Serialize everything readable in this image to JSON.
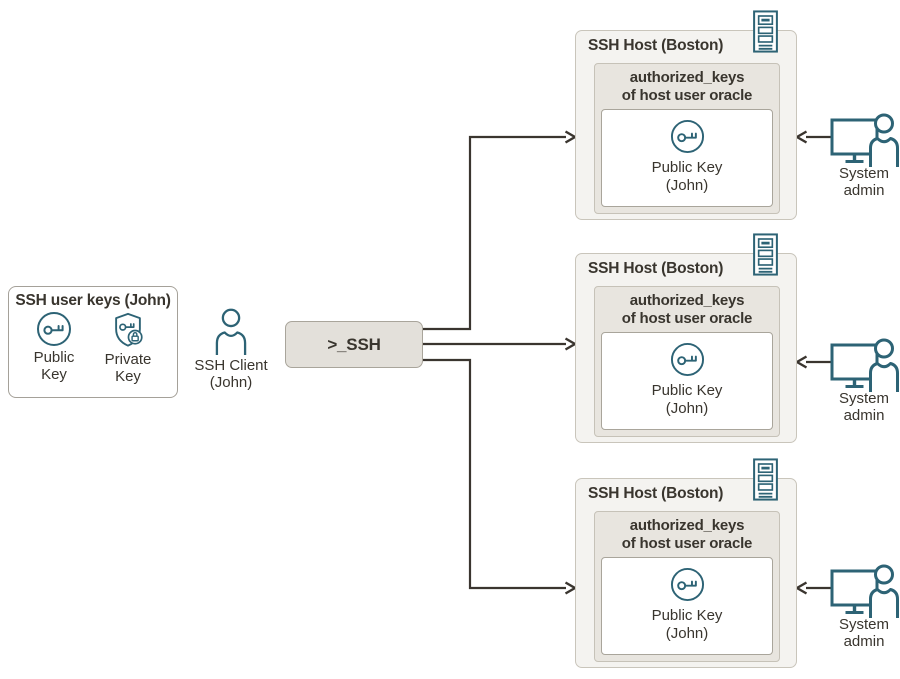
{
  "colors": {
    "icon_teal": "#2d6375",
    "arrow_dark": "#3a352f",
    "text_dark": "#39352e",
    "host_fill": "#f4f3f0",
    "host_border": "#c9c5bb",
    "panel_fill": "#e8e5df",
    "panel_border": "#c6c2b8",
    "card_border": "#a9a59b",
    "ssh_box_fill": "#e3e0da",
    "ssh_box_border": "#a9a59b",
    "user_box_border": "#a5a199"
  },
  "user_keys_box": {
    "title": "SSH user keys (John)",
    "public_key": {
      "line1": "Public",
      "line2": "Key"
    },
    "private_key": {
      "line1": "Private",
      "line2": "Key"
    }
  },
  "ssh_client": {
    "line1": "SSH Client",
    "line2": "(John)"
  },
  "ssh_box": {
    "label": ">_SSH"
  },
  "hosts": [
    {
      "title": "SSH Host (Boston)",
      "keys_file_line1": "authorized_keys",
      "keys_file_line2": "of host user oracle",
      "key_line1": "Public Key",
      "key_line2": "(John)"
    },
    {
      "title": "SSH Host (Boston)",
      "keys_file_line1": "authorized_keys",
      "keys_file_line2": "of host user oracle",
      "key_line1": "Public Key",
      "key_line2": "(John)"
    },
    {
      "title": "SSH Host (Boston)",
      "keys_file_line1": "authorized_keys",
      "keys_file_line2": "of host user oracle",
      "key_line1": "Public Key",
      "key_line2": "(John)"
    }
  ],
  "admins": [
    {
      "line1": "System",
      "line2": "admin"
    },
    {
      "line1": "System",
      "line2": "admin"
    },
    {
      "line1": "System",
      "line2": "admin"
    }
  ],
  "icons": {
    "public_key": "key-circle-icon",
    "private_key": "shield-key-lock-icon",
    "ssh_client": "person-icon",
    "host": "server-rack-icon",
    "admin": "monitor-person-icon"
  }
}
